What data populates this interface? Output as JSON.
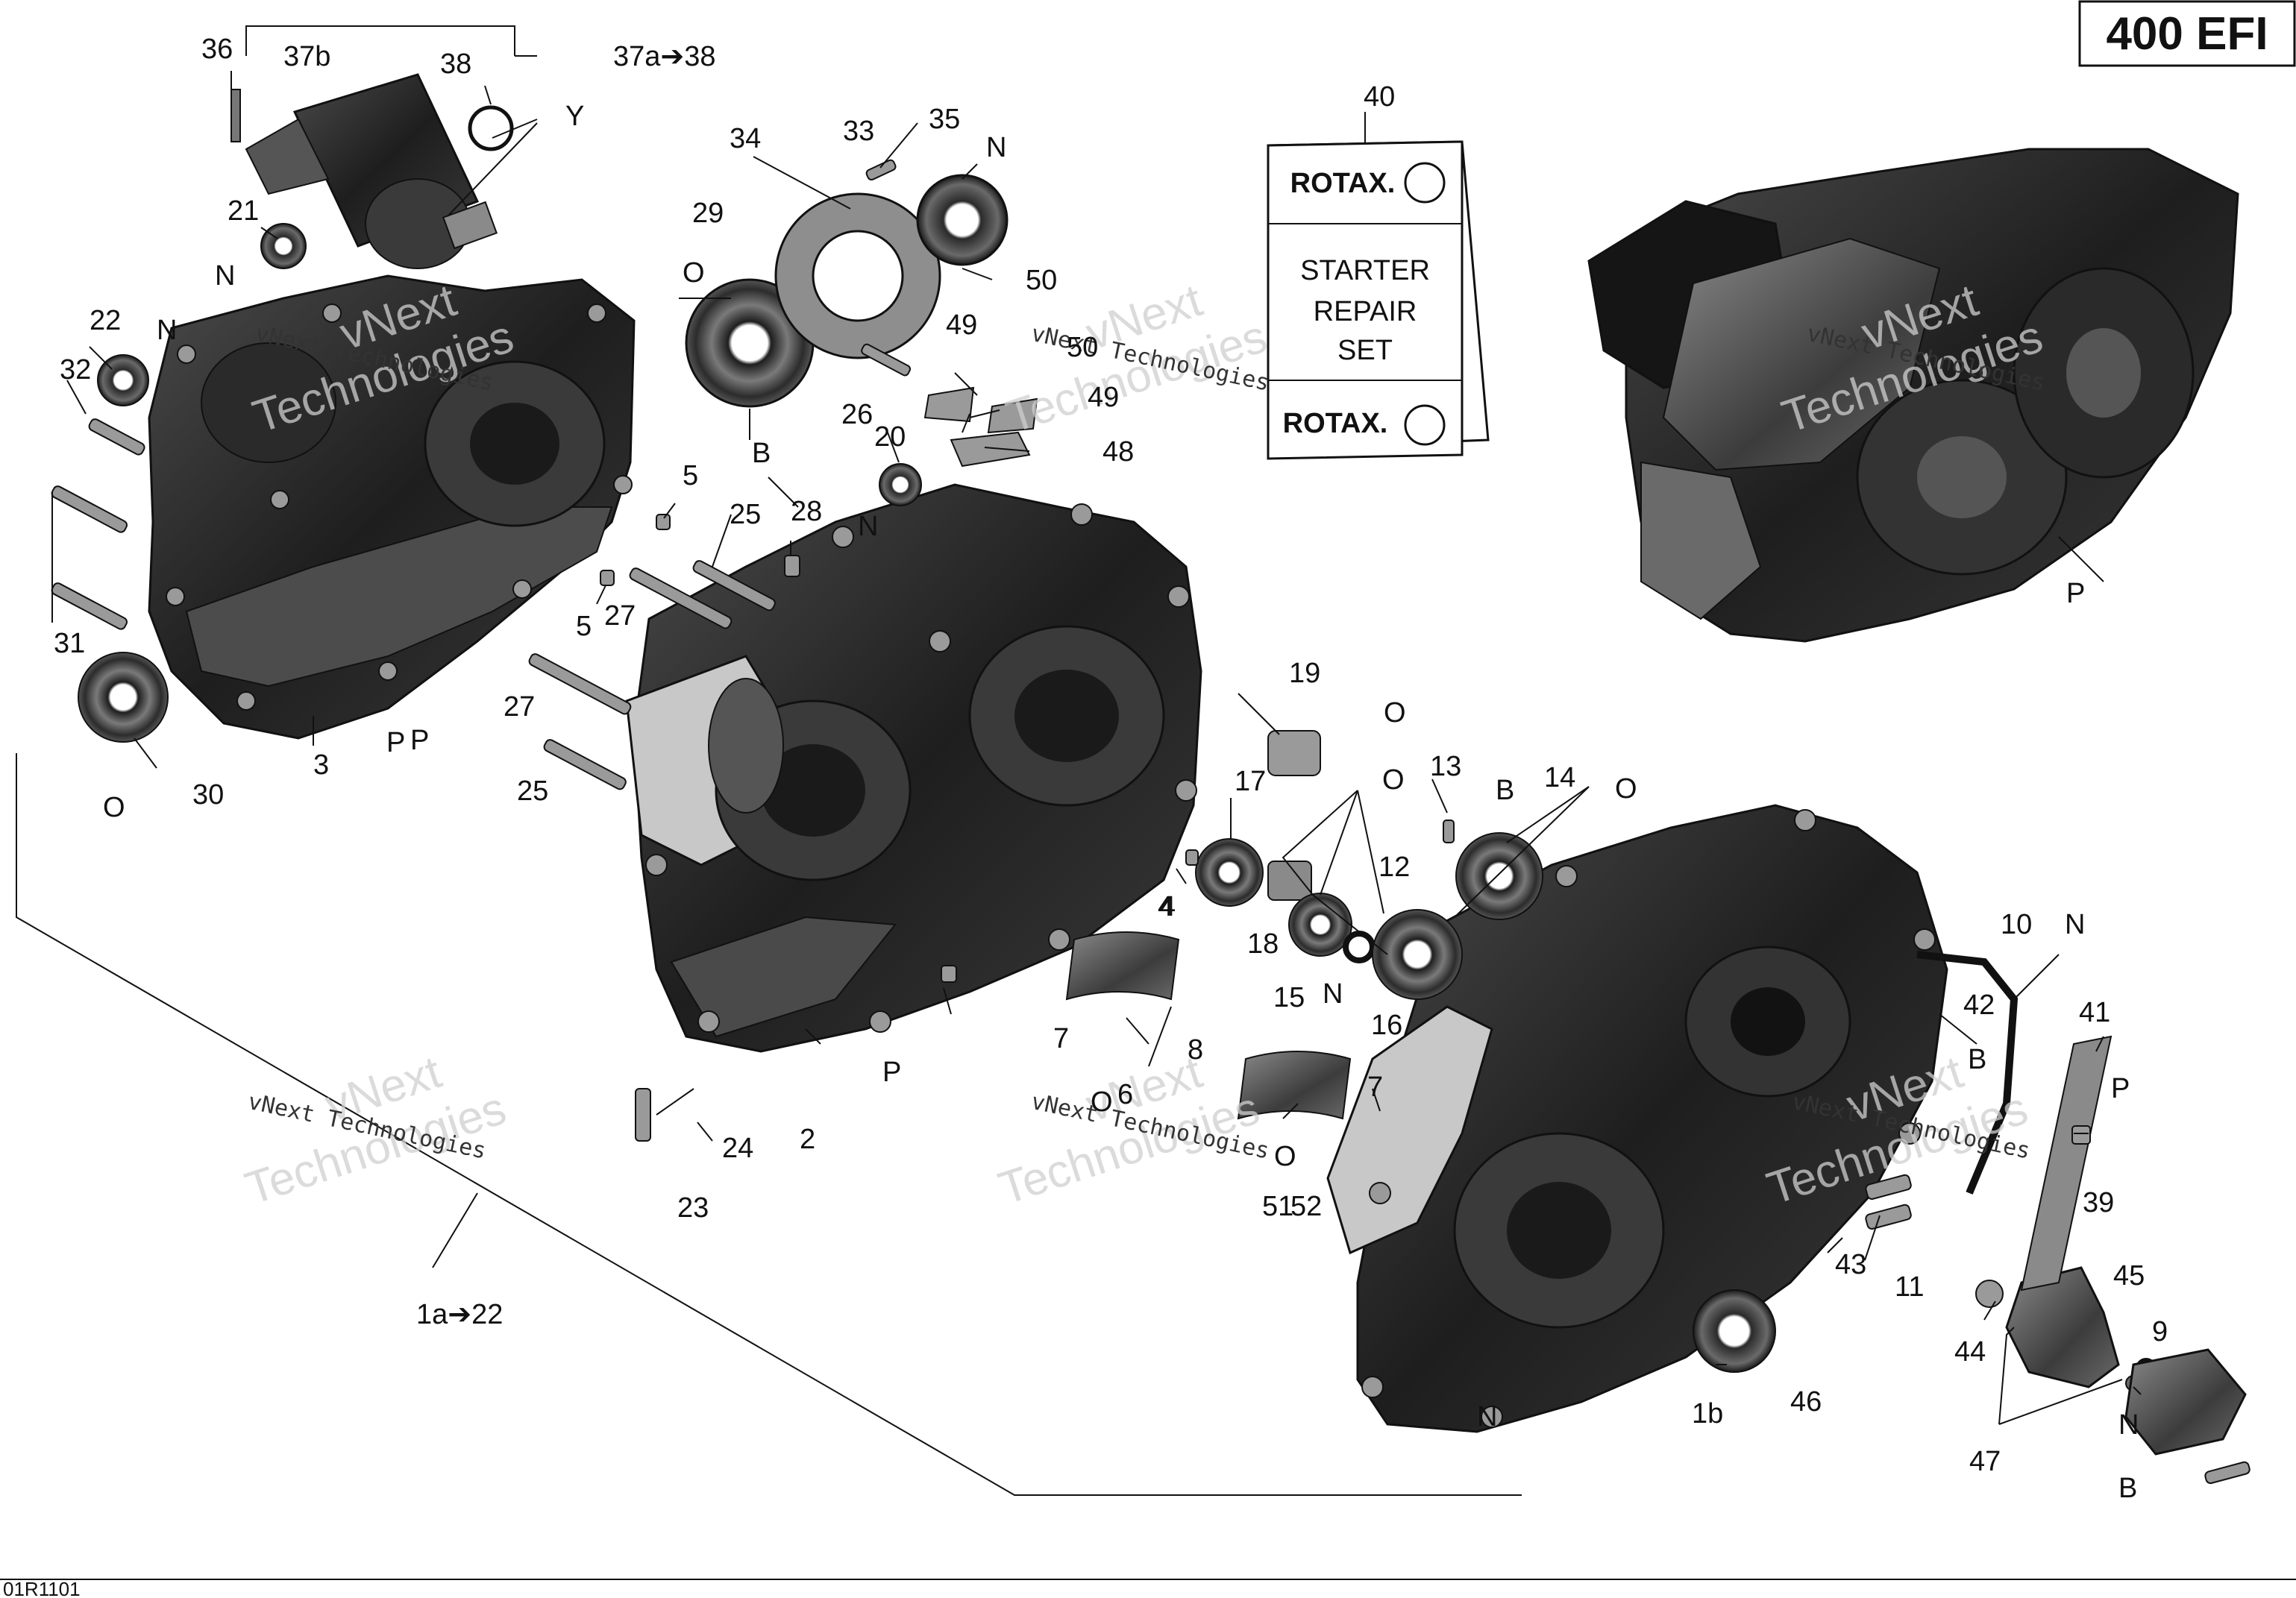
{
  "title": "400 EFI",
  "footer_code": "01R1101",
  "callouts": [
    "36",
    "37b",
    "37a➔38",
    "38",
    "Y",
    "21",
    "N",
    "22",
    "N",
    "32",
    "31",
    "30",
    "O",
    "3",
    "P",
    "P",
    "34",
    "29",
    "O",
    "B",
    "33",
    "35",
    "N",
    "50",
    "49",
    "26",
    "50",
    "49",
    "48",
    "20",
    "N",
    "5",
    "25",
    "28",
    "27",
    "5",
    "27",
    "25",
    "4",
    "2",
    "P",
    "24",
    "23",
    "1a➔22",
    "19",
    "O",
    "17",
    "O",
    "13",
    "B",
    "14",
    "O",
    "4",
    "12",
    "18",
    "15",
    "N",
    "16",
    "7",
    "8",
    "O",
    "6",
    "7",
    "O",
    "51",
    "52",
    "40",
    "P",
    "10",
    "N",
    "42",
    "B",
    "41",
    "P",
    "39",
    "43",
    "11",
    "45",
    "44",
    "9",
    "N",
    "1b",
    "46",
    "N",
    "B",
    "47"
  ],
  "kit": {
    "brand_top": "ROTAX.",
    "line1": "STARTER",
    "line2": "REPAIR",
    "line3": "SET",
    "brand_bottom": "ROTAX."
  },
  "watermarks": {
    "small": "vNext Technologies",
    "large_1": "vNext",
    "large_2": "Technologies"
  },
  "colors": {
    "ink": "#111111",
    "part_dark": "#2a2a2a",
    "part_mid": "#5a5a5a",
    "part_light": "#9a9a9a",
    "gasket": "#c8c8c8"
  }
}
